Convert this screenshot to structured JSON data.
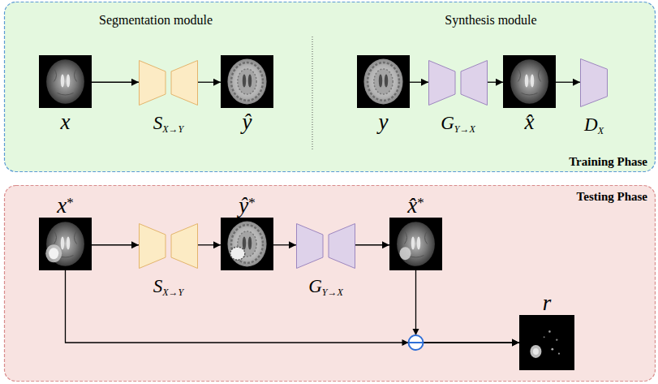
{
  "diagram": {
    "nodes": [
      {
        "text": [
          "Training Phase"
        ]
      },
      {
        "text": [
          "x"
        ],
        "in": 0
      },
      {
        "text": [
          "S",
          "X→Y"
        ],
        "in": 0
      },
      {
        "text": [
          "ŷ"
        ],
        "in": 0
      },
      {
        "text": [
          "y"
        ],
        "in": 0
      },
      {
        "text": [
          "G",
          "Y→X"
        ],
        "in": 0
      },
      {
        "text": [
          "x̂"
        ],
        "in": 0
      },
      {
        "text": [
          "D",
          "X"
        ],
        "in": 0
      },
      {
        "text": [
          "Testing Phase"
        ]
      },
      {
        "text": [
          "x",
          "*"
        ],
        "in": 8
      },
      {
        "text": [
          "S",
          "X→Y"
        ],
        "in": 8
      },
      {
        "text": [
          "ŷ",
          "*"
        ],
        "in": 8
      },
      {
        "text": [
          "G",
          "Y→X"
        ],
        "in": 8
      },
      {
        "text": [
          "x̂",
          "*"
        ],
        "in": 8
      },
      {
        "text": [
          "r"
        ],
        "in": 8
      }
    ],
    "edges": [
      {
        "from": 1,
        "to": 2,
        "arrow": "to"
      },
      {
        "from": 2,
        "to": 3,
        "arrow": "to"
      },
      {
        "from": 4,
        "to": 5,
        "arrow": "to"
      },
      {
        "from": 5,
        "to": 6,
        "arrow": "to"
      },
      {
        "from": 6,
        "to": 7,
        "arrow": "to"
      },
      {
        "from": 9,
        "to": 10,
        "arrow": "to"
      },
      {
        "from": 10,
        "to": 11,
        "arrow": "to"
      },
      {
        "from": 11,
        "to": 12,
        "arrow": "to"
      },
      {
        "from": 12,
        "to": 13,
        "arrow": "to"
      },
      {
        "from": 9,
        "to": 14,
        "arrow": "to"
      },
      {
        "from": 13,
        "to": 14,
        "arrow": "to"
      }
    ],
    "labels": [
      "Segmentation module",
      "Synthesis module"
    ]
  }
}
